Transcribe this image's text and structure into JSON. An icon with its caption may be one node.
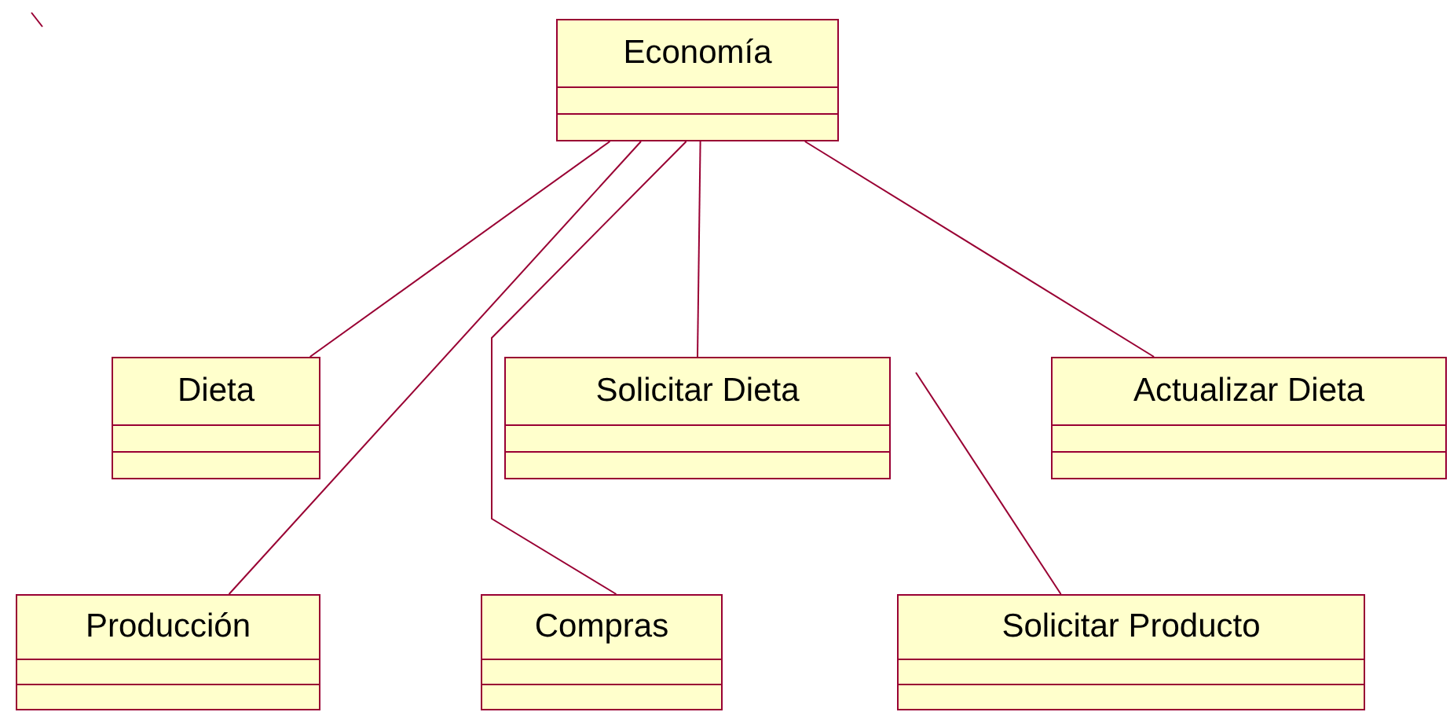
{
  "diagram": {
    "nodes": [
      {
        "text": [
          "Economía"
        ]
      },
      {
        "text": [
          "Dieta"
        ]
      },
      {
        "text": [
          "Solicitar Dieta"
        ]
      },
      {
        "text": [
          "Actualizar Dieta"
        ]
      },
      {
        "text": [
          "Producción"
        ]
      },
      {
        "text": [
          "Compras"
        ]
      },
      {
        "text": [
          "Solicitar Producto"
        ]
      }
    ],
    "edges": [
      {
        "from": 0,
        "to": 1,
        "arrow": "none"
      },
      {
        "from": 0,
        "to": 4,
        "arrow": "none"
      },
      {
        "from": 0,
        "to": 5,
        "arrow": "none"
      },
      {
        "from": 0,
        "to": 2,
        "arrow": "none"
      },
      {
        "from": 0,
        "to": 3,
        "arrow": "none"
      },
      {
        "from": null,
        "to": 6,
        "arrow": "none"
      }
    ]
  }
}
